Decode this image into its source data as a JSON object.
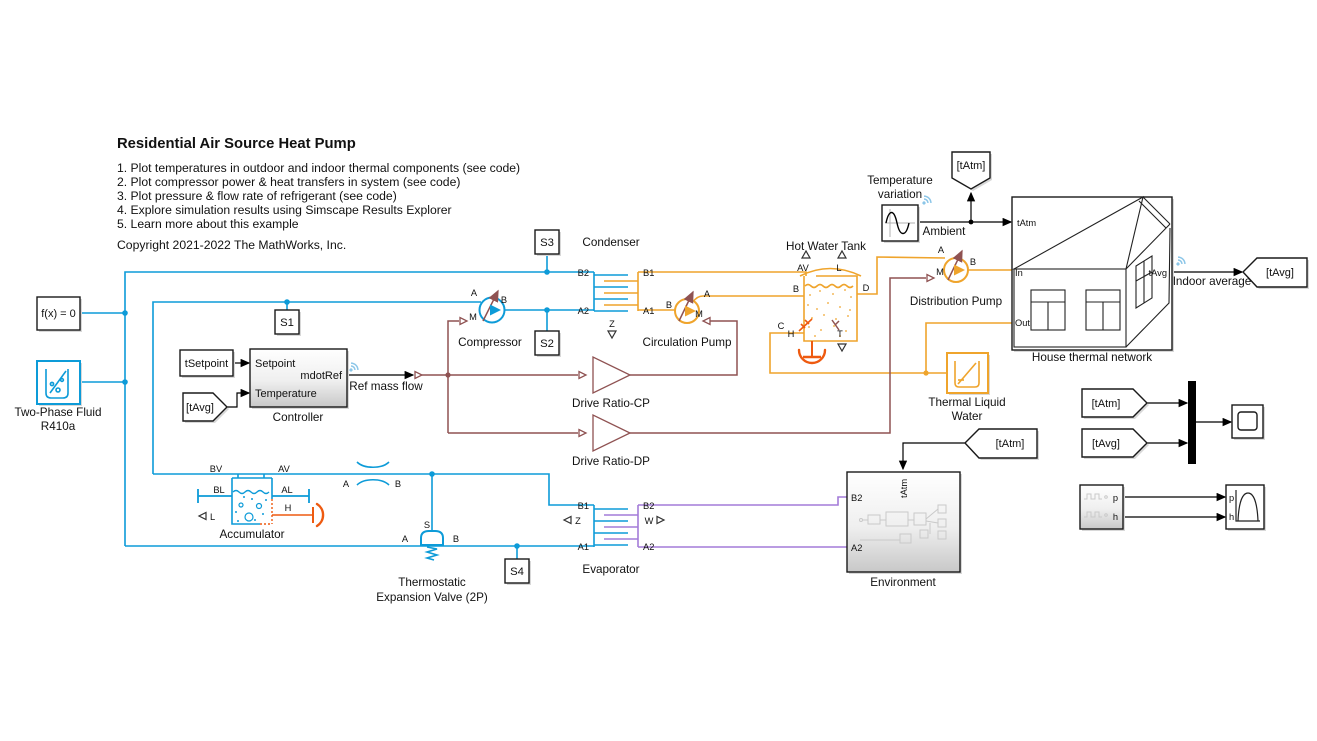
{
  "annotation": {
    "title": "Residential Air Source Heat Pump",
    "notes": [
      "1. Plot temperatures in outdoor and indoor thermal components (see code)",
      "2. Plot compressor power & heat transfers in system (see code)",
      "3. Plot pressure & flow rate of refrigerant (see code)",
      "4. Explore simulation results using Simscape Results Explorer",
      "5. Learn more about this example"
    ],
    "copyright": "Copyright 2021-2022 The MathWorks, Inc."
  },
  "colors": {
    "two_phase_fluid": "#0D9BD8",
    "thermal_liquid": "#EFA42C",
    "moist_air": "#A47BD8",
    "physical_signal": "#8F5252",
    "heat_source": "#EE5A10",
    "signal_line": "#000000"
  },
  "sensors": {
    "s1": "S1",
    "s2": "S2",
    "s3": "S3",
    "s4": "S4"
  },
  "tags": {
    "goto_tatm": "[tAtm]",
    "goto_tavg": "[tAvg]",
    "from_tavg_controller": "[tAvg]",
    "from_tatm_env": "[tAtm]",
    "from_tatm_mux": "[tAtm]",
    "from_tavg_mux": "[tAvg]"
  },
  "blocks": {
    "solver": {
      "label": "f(x) = 0"
    },
    "two_phase_fluid": {
      "caption1": "Two-Phase Fluid",
      "caption2": "R410a"
    },
    "tsetpoint": {
      "label": "tSetpoint"
    },
    "controller": {
      "caption": "Controller",
      "port_setpoint": "Setpoint",
      "port_temperature": "Temperature",
      "port_mdotref": "mdotRef",
      "signal_label": "Ref mass flow"
    },
    "compressor": {
      "caption": "Compressor",
      "port_a": "A",
      "port_b": "B",
      "port_m": "M"
    },
    "condenser": {
      "caption": "Condenser",
      "port_b2": "B2",
      "port_a2": "A2",
      "port_b1": "B1",
      "port_a1": "A1",
      "port_z": "Z"
    },
    "circulation_pump": {
      "caption": "Circulation Pump",
      "port_a": "A",
      "port_b": "B",
      "port_m": "M"
    },
    "hot_water_tank": {
      "caption": "Hot Water Tank",
      "port_av": "AV",
      "port_l": "L",
      "port_b": "B",
      "port_d": "D",
      "port_c": "C",
      "port_h": "H",
      "port_t": "T"
    },
    "distribution_pump": {
      "caption": "Distribution Pump",
      "port_a": "A",
      "port_b": "B",
      "port_m": "M"
    },
    "temperature_variation": {
      "caption1": "Temperature",
      "caption2": "variation",
      "signal_label": "Ambient"
    },
    "house": {
      "caption": "House thermal network",
      "port_tatm": "tAtm",
      "port_in": "In",
      "port_out": "Out",
      "port_tavg": "tAvg",
      "signal_label": "Indoor average"
    },
    "thermal_liquid_water": {
      "caption1": "Thermal Liquid",
      "caption2": "Water"
    },
    "drive_ratio_cp": {
      "caption": "Drive Ratio-CP"
    },
    "drive_ratio_dp": {
      "caption": "Drive Ratio-DP"
    },
    "accumulator": {
      "caption": "Accumulator",
      "port_bv": "BV",
      "port_av": "AV",
      "port_bl": "BL",
      "port_al": "AL",
      "port_l": "L",
      "port_h": "H"
    },
    "pipe": {
      "port_a": "A",
      "port_b": "B"
    },
    "expansion_valve": {
      "caption1": "Thermostatic",
      "caption2": "Expansion Valve (2P)",
      "port_a": "A",
      "port_b": "B",
      "port_s": "S"
    },
    "evaporator": {
      "caption": "Evaporator",
      "port_b1": "B1",
      "port_a1": "A1",
      "port_b2": "B2",
      "port_a2": "A2",
      "port_z": "Z",
      "port_w": "W"
    },
    "environment": {
      "caption": "Environment",
      "port_b2": "B2",
      "port_a2": "A2",
      "port_tatm": "tAtm"
    },
    "ph_source": {
      "port_p": "p",
      "port_h": "h"
    },
    "ph_diagram": {
      "port_p": "p",
      "port_h": "h"
    }
  }
}
